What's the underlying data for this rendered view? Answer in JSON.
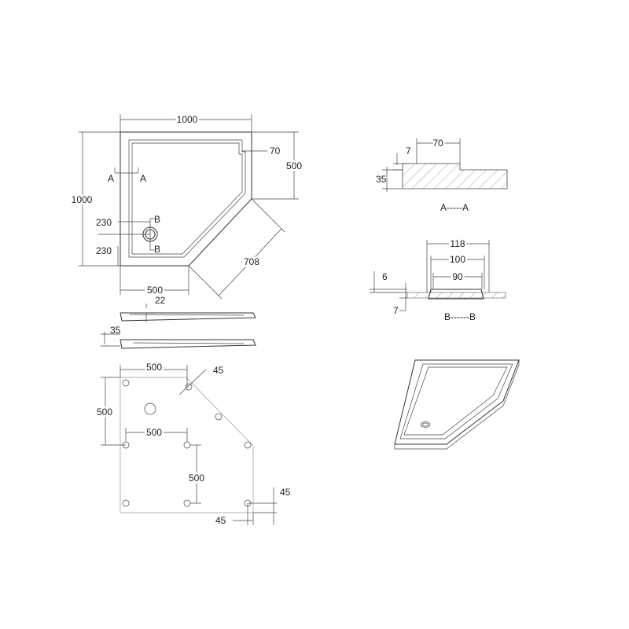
{
  "plan_view": {
    "width": "1000",
    "height": "1000",
    "rim_width": "70",
    "side_straight": "500",
    "bottom_straight": "500",
    "diagonal": "708",
    "drain_offset_top": "230",
    "drain_offset_bottom": "230",
    "section_a_left": "A",
    "section_a_right": "A",
    "section_b_top": "B",
    "section_b_bottom": "B"
  },
  "side_views": {
    "thickness_22": "22",
    "thickness_35": "35"
  },
  "bottom_view": {
    "spacing_top": "500",
    "spacing_left": "500",
    "spacing_mid": "500",
    "spacing_vertical": "500",
    "foot_offset_top_right": "45",
    "foot_offset_right": "45",
    "foot_offset_bottom": "45"
  },
  "section_aa": {
    "rim_70": "70",
    "lip_7": "7",
    "height_35": "35",
    "caption": "A-----A"
  },
  "section_bb": {
    "dim_118": "118",
    "dim_100": "100",
    "dim_90": "90",
    "dim_6": "6",
    "dim_7": "7",
    "caption": "B------B"
  }
}
